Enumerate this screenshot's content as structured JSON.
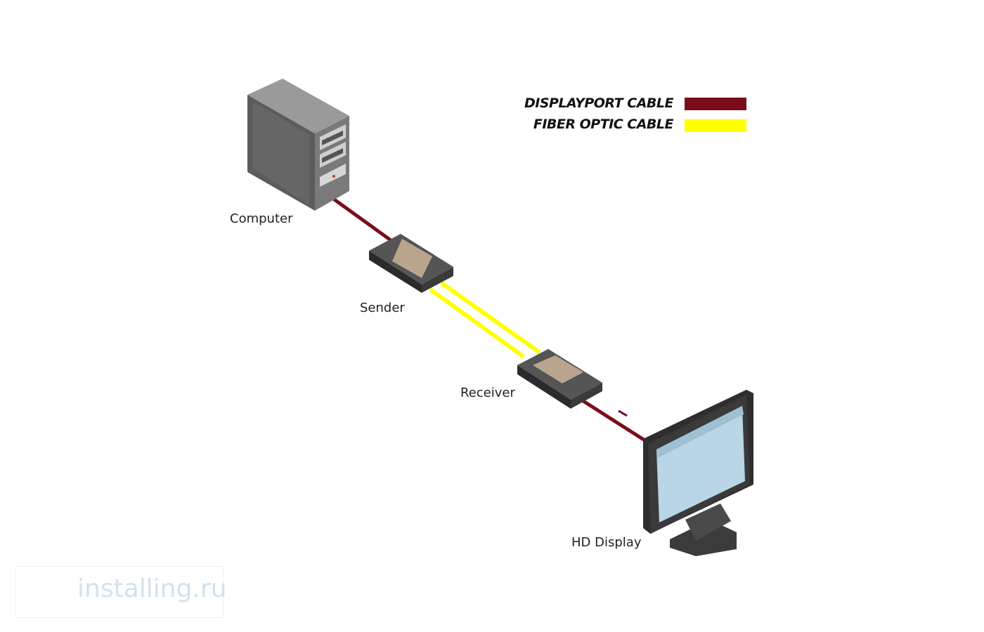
{
  "legend": {
    "displayport": {
      "label": "DISPLAYPORT CABLE",
      "color": "#7a0c1c"
    },
    "fiber": {
      "label": "FIBER OPTIC CABLE",
      "color": "#ffff00"
    }
  },
  "devices": {
    "computer": "Computer",
    "sender": "Sender",
    "receiver": "Receiver",
    "display": "HD Display"
  },
  "watermark": {
    "text": "installing.ru",
    "icon": "tree-logo-icon"
  }
}
